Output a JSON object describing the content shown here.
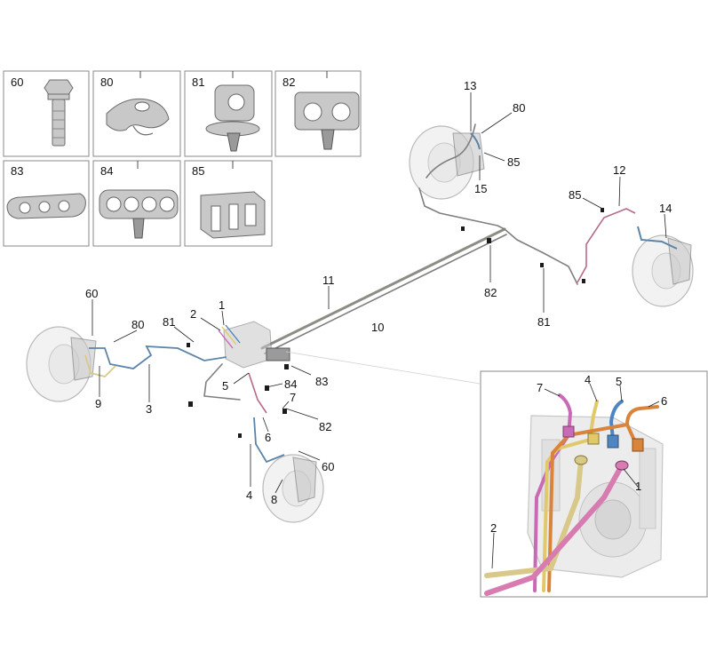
{
  "legend_boxes": [
    {
      "label": "60"
    },
    {
      "label": "80"
    },
    {
      "label": "81"
    },
    {
      "label": "82"
    },
    {
      "label": "83"
    },
    {
      "label": "84"
    },
    {
      "label": "85"
    }
  ],
  "callouts": {
    "c13": "13",
    "c80a": "80",
    "c85a": "85",
    "c15": "15",
    "c12": "12",
    "c85b": "85",
    "c14": "14",
    "c82a": "82",
    "c81a": "81",
    "c11": "11",
    "c10": "10",
    "c60a": "60",
    "c80b": "80",
    "c81b": "81",
    "c2a": "2",
    "c1a": "1",
    "c9": "9",
    "c3": "3",
    "c5a": "5",
    "c84": "84",
    "c83": "83",
    "c7a": "7",
    "c82b": "82",
    "c6a": "6",
    "c60b": "60",
    "c4a": "4",
    "c8": "8",
    "d7": "7",
    "d4": "4",
    "d5": "5",
    "d6": "6",
    "d1": "1",
    "d2": "2"
  },
  "pipe_colors": {
    "line1": "#d77bb0",
    "line2": "#d8c98a",
    "line4": "#e0c96a",
    "line5": "#4f86c2",
    "line6": "#d9843b",
    "line7": "#c86ab5",
    "line3": "#5b84a8",
    "line12": "#b56b8a"
  },
  "icons": [
    "bolt-icon",
    "clip-icon",
    "push-clip-icon",
    "double-clip-icon",
    "triple-holder-icon",
    "pipe-holder-icon",
    "bracket-icon",
    "brake-disc-icon",
    "abs-unit-icon"
  ]
}
